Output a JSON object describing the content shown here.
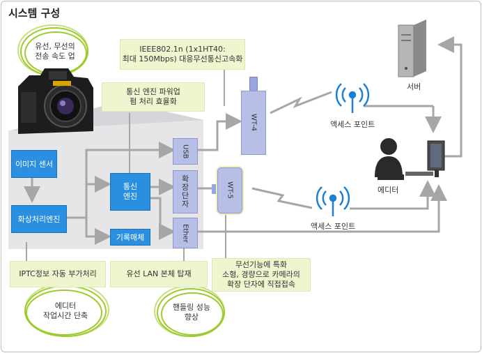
{
  "title": "시스템 구성",
  "ovals": {
    "speed": "유선, 무선의\n전송 속도 업",
    "editor_time": "에디터\n작업시간 단축",
    "handling": "핸들링 성능\n향상"
  },
  "notes": {
    "ieee": "IEEE802.1n (1x1HT40:\n최대 150Mbps) 대응무선통신고속화",
    "engine": "통신 엔진 파워업\n펌 처리 효율화",
    "iptc": "IPTC정보 자동 부가처리",
    "lan": "유선 LAN 본체 탑재",
    "wireless": "무선기능에 특화\n소형, 경량으로 카메라의\n확장 단자에 직접접속"
  },
  "blocks": {
    "sensor": "이미지 센서",
    "image_engine": "화상처리엔진",
    "comm_engine": "통신\n엔진",
    "storage": "기록매체"
  },
  "ports": {
    "usb": "USB",
    "expansion": "확\n장\n단\n자",
    "ether": "Ether"
  },
  "devices": {
    "wt4": "WT-4",
    "wt5": "WT-5",
    "ap_top": "액세스 포인트",
    "ap_bottom": "액세스 포인트",
    "server": "서버",
    "editor": "에디터"
  },
  "colors": {
    "block_blue": "#2a8fe0",
    "note_green": "#eef5cf",
    "oval_green": "#9ccc2a",
    "arrow_gray": "#a6a6a6",
    "antenna_blue": "#1c7fd0"
  },
  "icons": [
    "camera-icon",
    "antenna-icon",
    "server-icon",
    "editor-person-icon",
    "monitor-icon",
    "lightning-icon"
  ]
}
